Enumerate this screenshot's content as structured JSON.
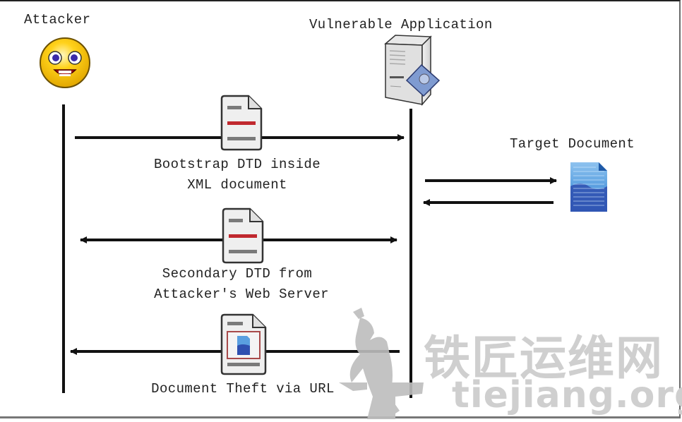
{
  "actors": {
    "attacker": {
      "label": "Attacker",
      "icon": "smiley-face-icon"
    },
    "application": {
      "label": "Vulnerable Application",
      "icon": "server-icon"
    },
    "target": {
      "label": "Target Document",
      "icon": "blue-document-icon"
    }
  },
  "messages": [
    {
      "label_line1": "Bootstrap DTD inside",
      "label_line2": "XML document",
      "direction": "attacker-to-application",
      "icon": "xml-document-icon"
    },
    {
      "label_line1": "Secondary DTD from",
      "label_line2": "Attacker's Web Server",
      "direction": "bidirectional",
      "icon": "xml-document-icon"
    },
    {
      "label_line1": "Document Theft via URL",
      "direction": "application-to-attacker",
      "icon": "embedded-document-icon"
    },
    {
      "direction": "application-to-target",
      "label_line1": ""
    },
    {
      "direction": "target-to-application",
      "label_line1": ""
    }
  ],
  "colors": {
    "accent_red": "#c0282e",
    "line": "#111111",
    "doc_gray": "#efefef",
    "target_blue": "#3a78c9",
    "watermark": "#cfcfcf"
  },
  "watermark": {
    "chinese": "铁匠运维网",
    "url": "tiejiang.org"
  }
}
